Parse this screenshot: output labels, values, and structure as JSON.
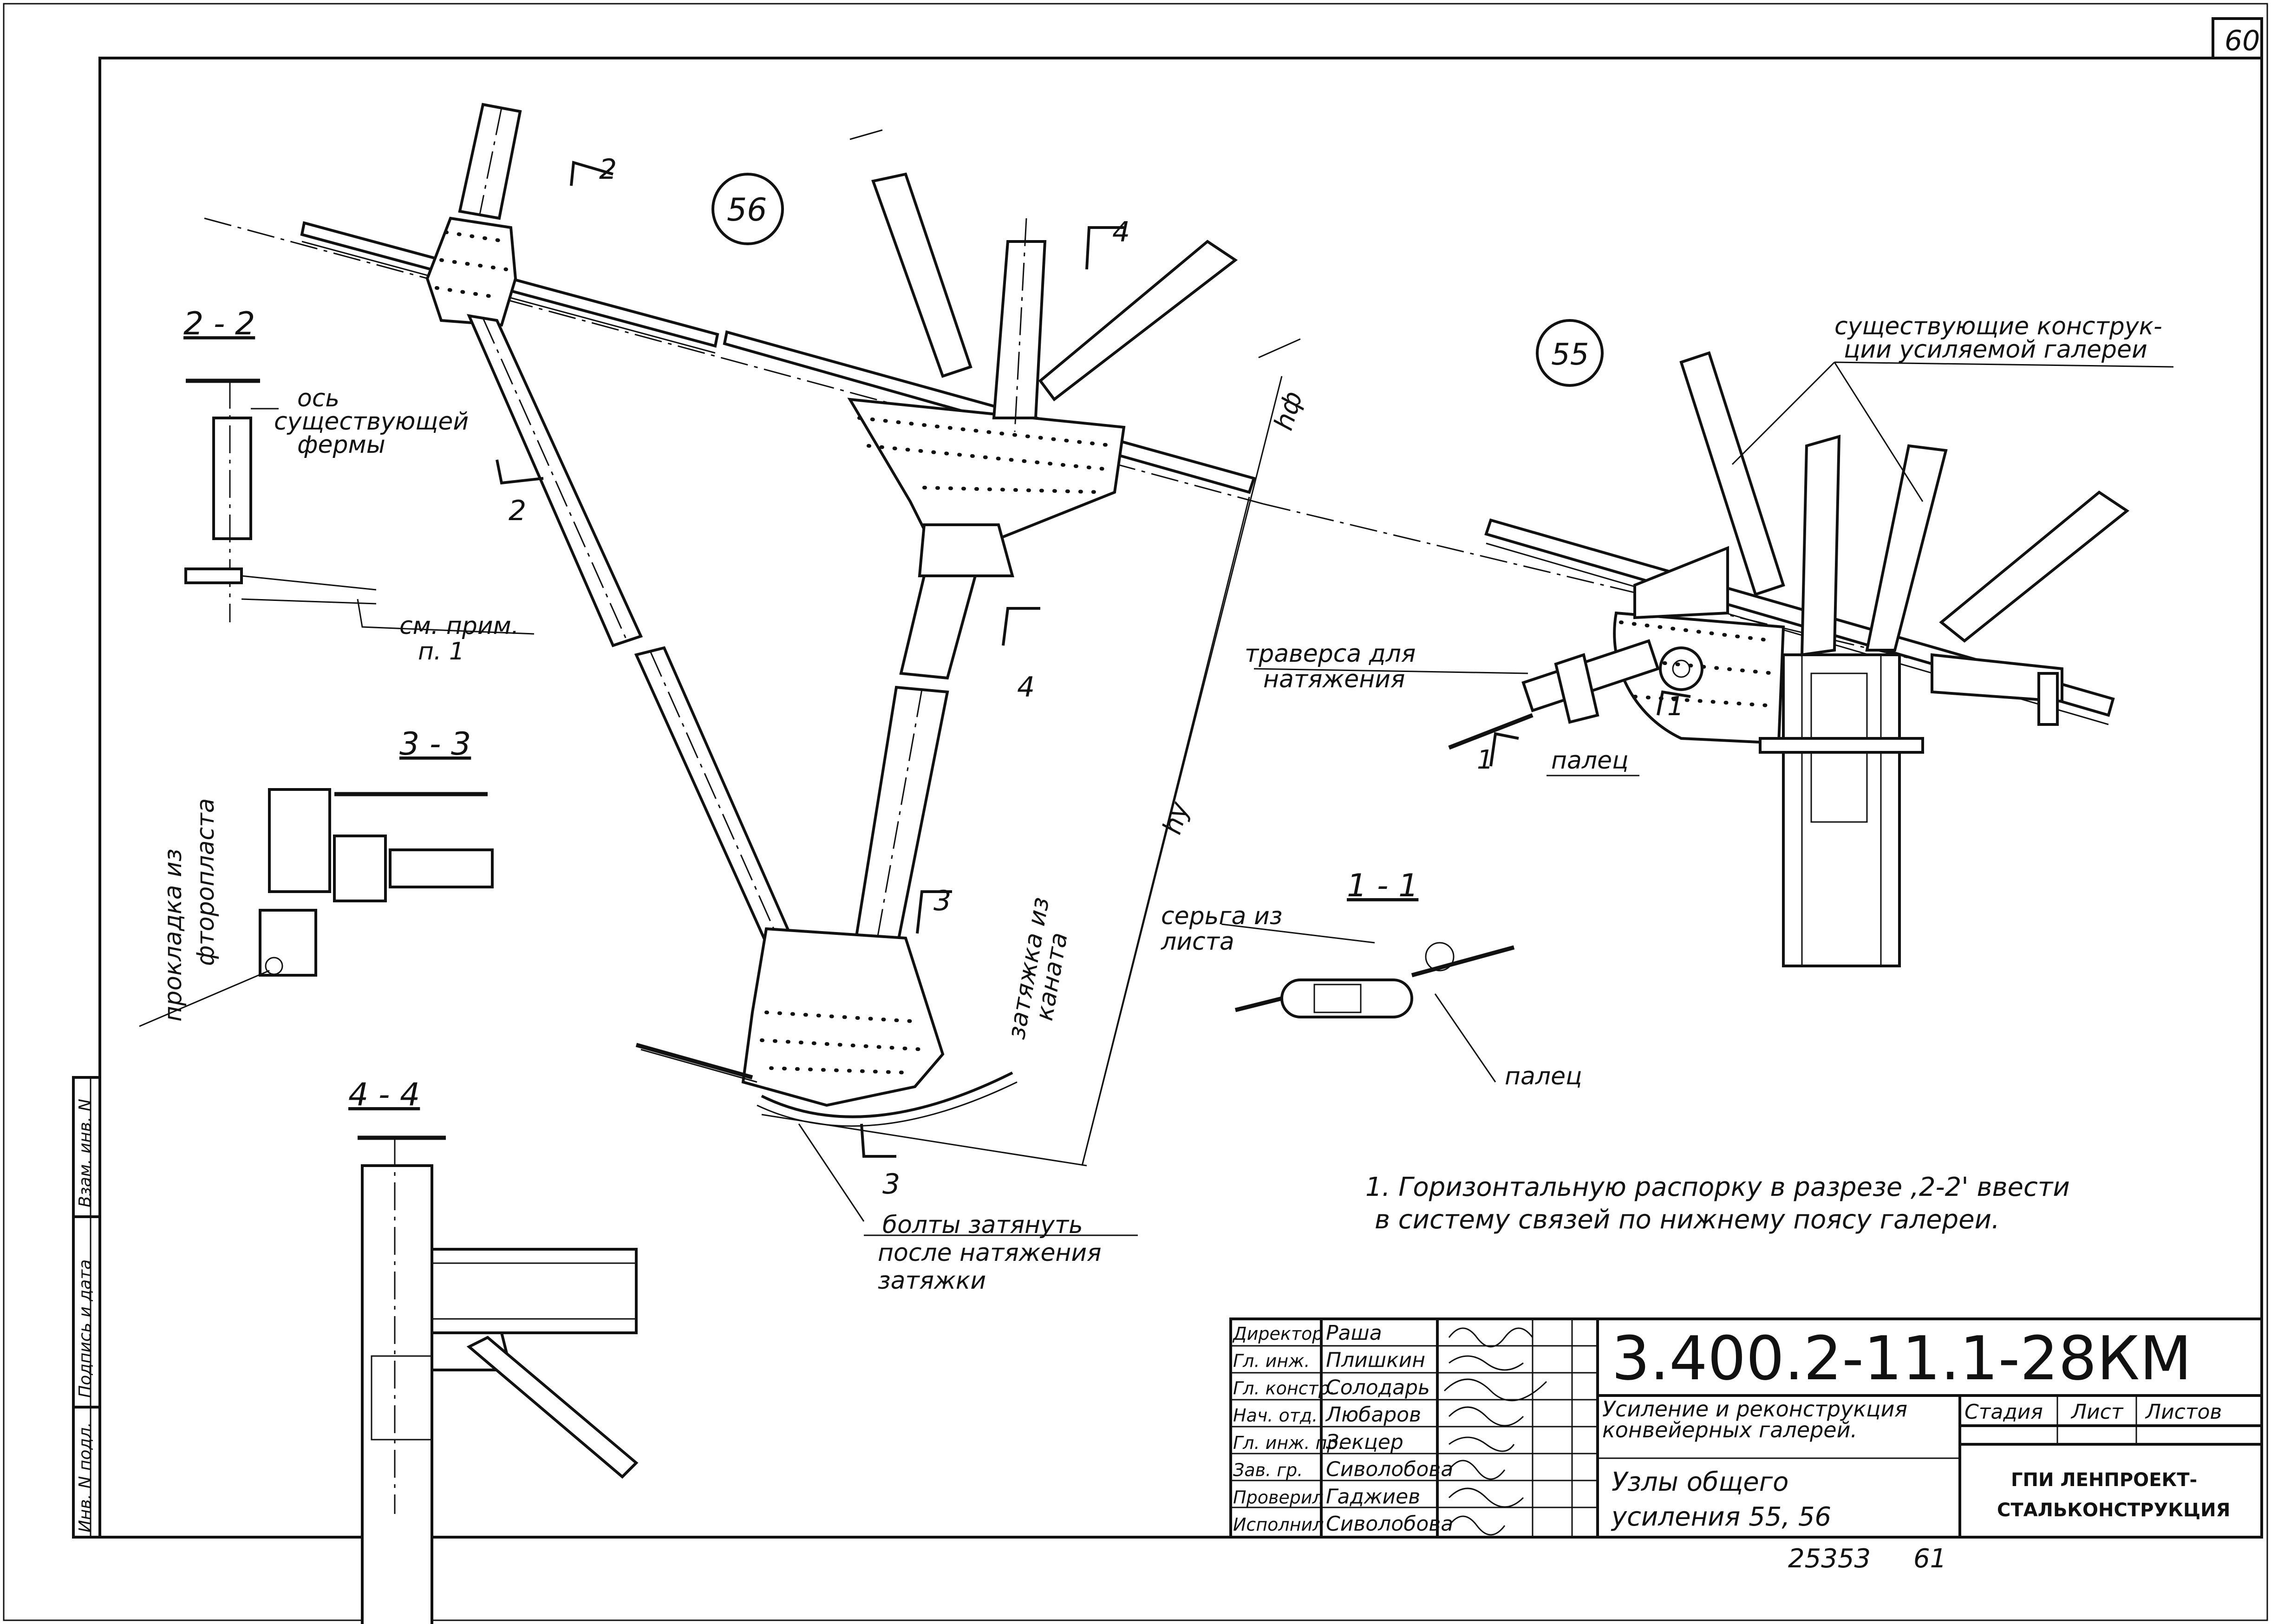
{
  "sheet": {
    "number": "60",
    "bottom_numbers": [
      "25353",
      "61"
    ]
  },
  "nodes": {
    "node_56": "56",
    "node_55": "55"
  },
  "section_marks": {
    "s2_top": "2",
    "s2_bottom": "2",
    "s4_top": "4",
    "s4_bottom": "4",
    "s3_top": "3",
    "s3_bottom": "3",
    "s1_left": "1",
    "s1_right": "1"
  },
  "dimensions": {
    "h_phi": "hф",
    "h_y": "hу"
  },
  "sections": {
    "section_2_2": "2 - 2",
    "section_3_3": "3 - 3",
    "section_4_4": "4 - 4",
    "section_1_1": "1 - 1"
  },
  "labels": {
    "axis_line1": "ось",
    "axis_line2": "существующей",
    "axis_line3": "фермы",
    "see_note_line1": "см. прим.",
    "see_note_line2": "п. 1",
    "gasket_line1": "прокладка из",
    "gasket_line2": "фторопласта",
    "traverse_line1": "траверса для",
    "traverse_line2": "натяжения",
    "pin_top": "палец",
    "earring_line1": "серьга из",
    "earring_line2": "листа",
    "pin_bottom": "палец",
    "rope_tie_line1": "затяжка из",
    "rope_tie_line2": "каната",
    "bolts_line1": "болты затянуть",
    "bolts_line2": "после натяжения",
    "bolts_line3": "затяжки",
    "existing_line1": "существующие конструк-",
    "existing_line2": "ции усиляемой галереи"
  },
  "note": {
    "line1": "1. Горизонтальную распорку в разрезе ,2-2' ввести",
    "line2": "в систему связей по нижнему поясу галереи."
  },
  "side_stamp": {
    "inv_no_orig": "Инв. N подл.",
    "signature_date": "Подпись и дата",
    "replaces_inv": "Взам. инв. N"
  },
  "title_block": {
    "code": "3.400.2-11.1-28КМ",
    "title_line1": "Усиление и реконструкция",
    "title_line2": "конвейерных галерей.",
    "subtitle_line1": "Узлы общего",
    "subtitle_line2": "усиления   55, 56",
    "stage_header": "Стадия",
    "sheet_header": "Лист",
    "sheets_header": "Листов",
    "org_line1": "ГПИ ЛЕНПРОЕКТ-",
    "org_line2": "СТАЛЬКОНСТРУКЦИЯ",
    "roles": [
      {
        "role": "Директор",
        "name": "Раша"
      },
      {
        "role": "Гл. инж.",
        "name": "Плишкин"
      },
      {
        "role": "Гл. констр.",
        "name": "Солодарь"
      },
      {
        "role": "Нач. отд.",
        "name": "Любаров"
      },
      {
        "role": "Гл. инж. пр.",
        "name": "Зекцер"
      },
      {
        "role": "Зав. гр.",
        "name": "Сиволобова"
      },
      {
        "role": "Проверил",
        "name": "Гаджиев"
      },
      {
        "role": "Исполнил",
        "name": "Сиволобова"
      }
    ]
  }
}
